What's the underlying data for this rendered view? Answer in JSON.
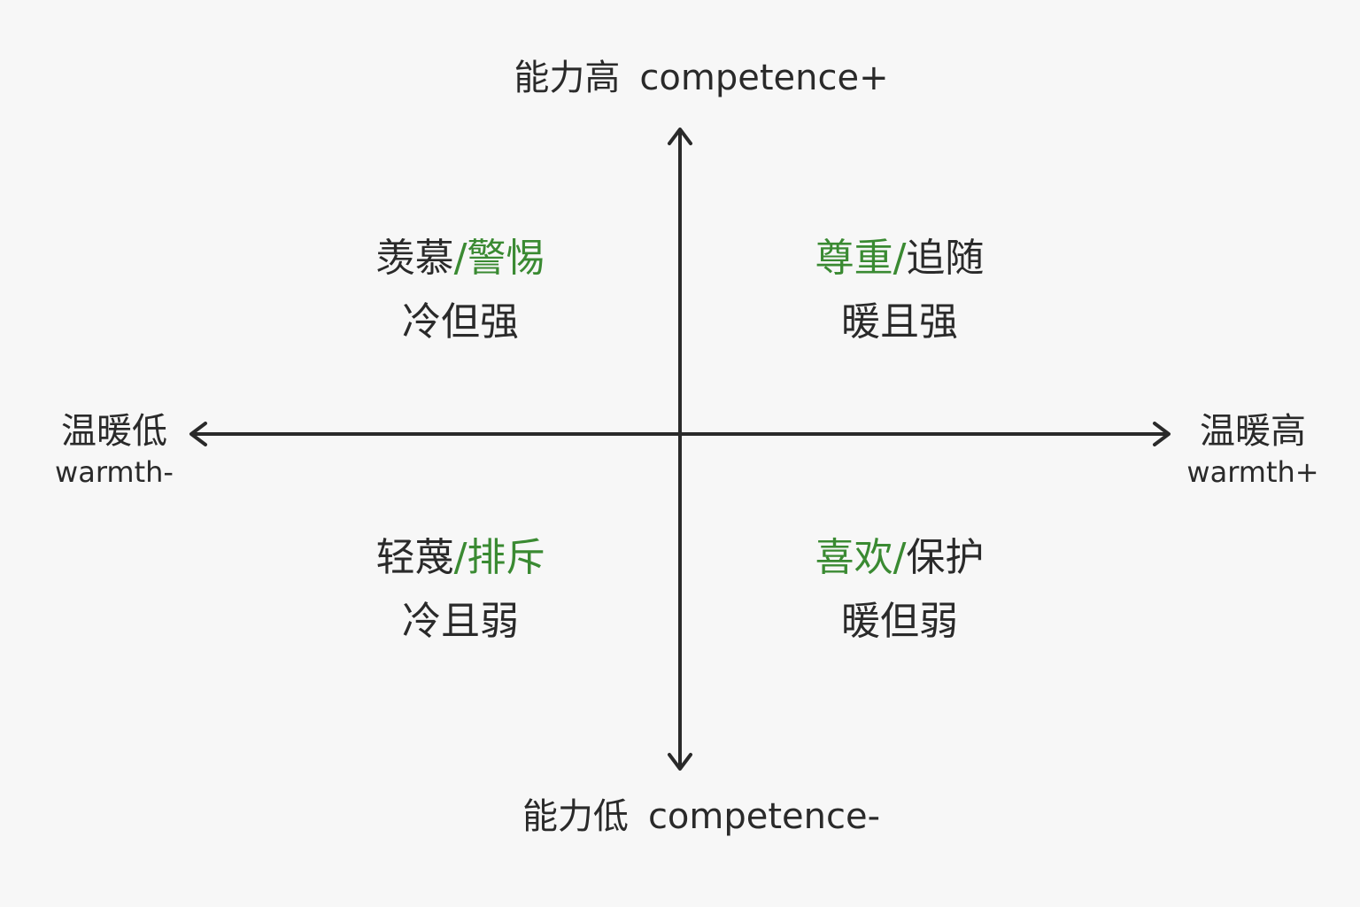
{
  "axes": {
    "top": {
      "cn": "能力高",
      "en": "competence+"
    },
    "bottom": {
      "cn": "能力低",
      "en": "competence-"
    },
    "left": {
      "cn": "温暖低",
      "en": "warmth-"
    },
    "right": {
      "cn": "温暖高",
      "en": "warmth+"
    },
    "line_color": "#2a2a2a"
  },
  "quadrants": {
    "top_left": {
      "reaction_a": "羡慕",
      "sep": "/",
      "reaction_b": "警惕",
      "green_part": "b",
      "desc": "冷但强"
    },
    "top_right": {
      "reaction_a": "尊重",
      "sep": "/",
      "reaction_b": "追随",
      "green_part": "a",
      "desc": "暖且强"
    },
    "bottom_left": {
      "reaction_a": "轻蔑",
      "sep": "/",
      "reaction_b": "排斥",
      "green_part": "b",
      "desc": "冷且弱"
    },
    "bottom_right": {
      "reaction_a": "喜欢",
      "sep": "/",
      "reaction_b": "保护",
      "green_part": "a",
      "desc": "暖但弱"
    }
  },
  "colors": {
    "accent_green": "#3a8a32",
    "text": "#2a2a2a",
    "background": "#f7f7f7"
  }
}
